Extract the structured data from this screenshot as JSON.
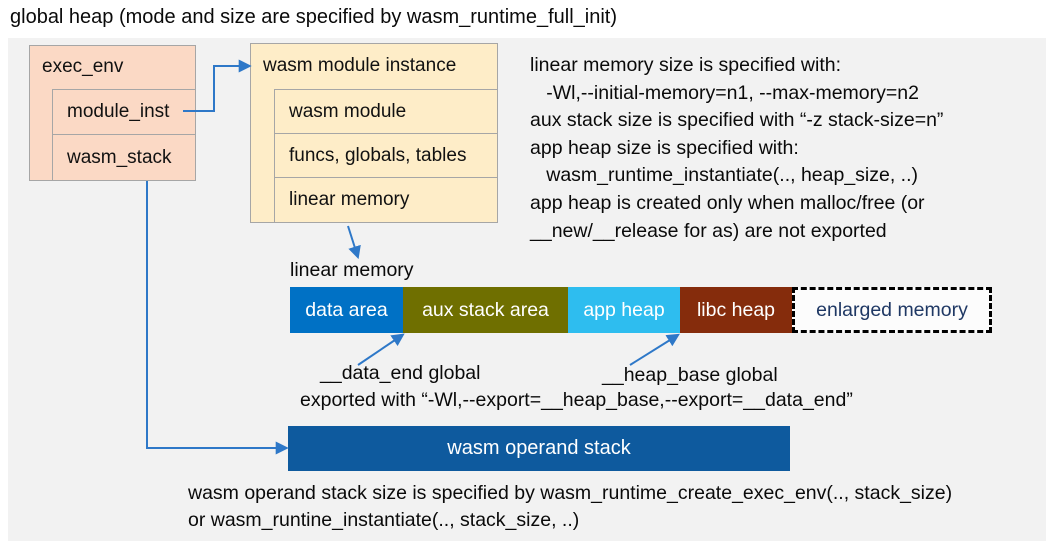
{
  "title": "global heap (mode and size are specified by wasm_runtime_full_init)",
  "exec_env_box": {
    "header": "exec_env",
    "rows": [
      {
        "label": "module_inst"
      },
      {
        "label": "wasm_stack"
      }
    ]
  },
  "instance_box": {
    "header": "wasm module instance",
    "rows": [
      {
        "label": "wasm module"
      },
      {
        "label": "funcs, globals, tables"
      },
      {
        "label": "linear memory"
      }
    ]
  },
  "notes_right": {
    "lines": [
      "linear memory size is specified with:",
      "   -Wl,--initial-memory=n1, --max-memory=n2",
      "aux stack size is specified with “-z stack-size=n”",
      "app heap size is specified with:",
      "   wasm_runtime_instantiate(.., heap_size, ..)",
      "app heap is created only when malloc/free (or",
      "__new/__release for as) are not exported"
    ]
  },
  "linear_memory": {
    "label": "linear memory",
    "segments": [
      {
        "label": "data area",
        "color": "#0071c5"
      },
      {
        "label": "aux stack area",
        "color": "#6f6f00"
      },
      {
        "label": "app heap",
        "color": "#2ebdef"
      },
      {
        "label": "libc heap",
        "color": "#852c0c"
      },
      {
        "label": "enlarged memory",
        "color": "#fcfcfc",
        "text_color": "#1f3864",
        "border": "dashed-black"
      }
    ],
    "data_end_label": "__data_end global",
    "heap_base_label": "__heap_base global",
    "export_note": "exported with “-Wl,--export=__heap_base,--export=__data_end”"
  },
  "operand_stack": {
    "label": "wasm operand stack",
    "notes": [
      "wasm operand stack size is specified by wasm_runtime_create_exec_env(.., stack_size)",
      "or wasm_runtine_instantiate(.., stack_size, ..)"
    ]
  },
  "colors": {
    "panel_background": "#f2f2f2",
    "exec_env_fill": "#fbd9c5",
    "instance_fill": "#feedc8",
    "box_border": "#a6a6a6",
    "arrow_blue": "#2e78c8",
    "operand_stack_fill": "#0e5a9e",
    "enlarged_memory_text": "#1f3864"
  }
}
